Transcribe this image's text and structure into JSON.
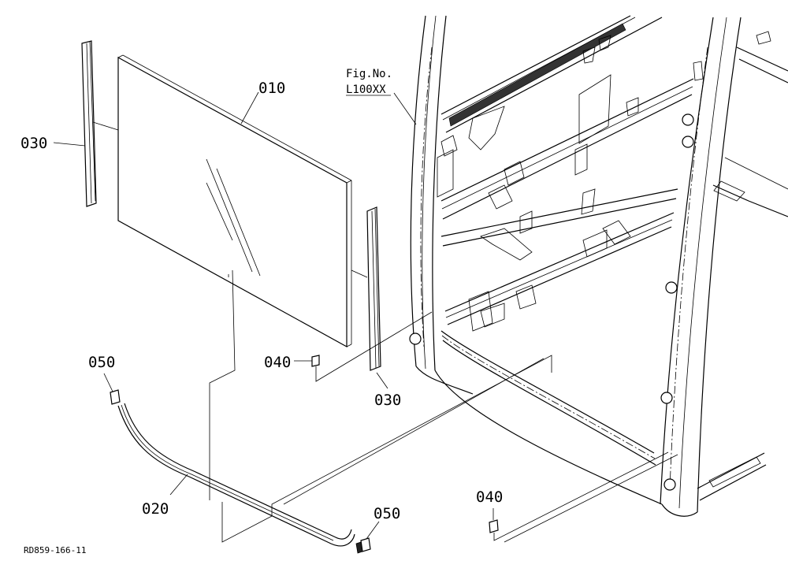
{
  "figure_ref": {
    "line1": "Fig.No.",
    "line2": "L100XX"
  },
  "drawing_code": "RD859-166-11",
  "callouts": {
    "glass_panel": "010",
    "bottom_channel": "020",
    "left_seal": "030",
    "right_seal": "030",
    "clip_upper": "040",
    "clip_lower": "040",
    "cap_left": "050",
    "cap_right": "050"
  }
}
